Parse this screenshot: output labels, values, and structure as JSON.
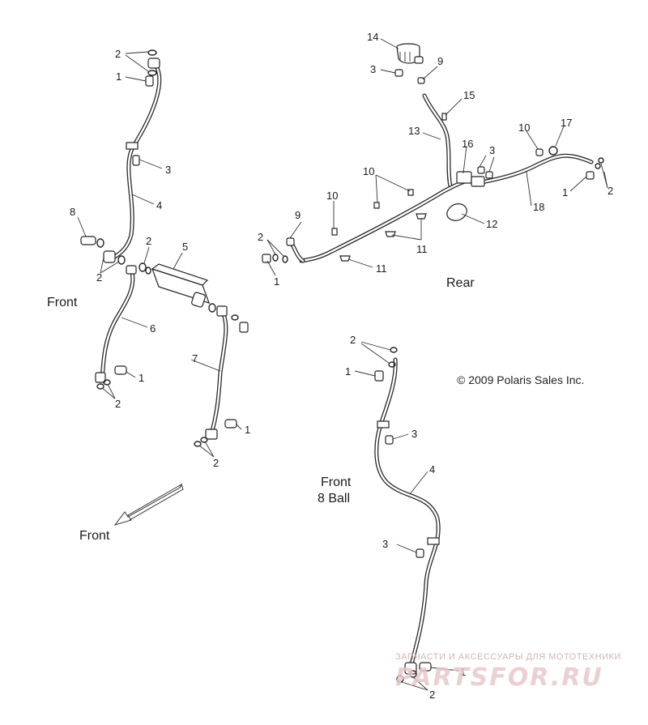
{
  "diagram": {
    "labels": {
      "front": "Front",
      "rear": "Rear",
      "front_8ball_line1": "Front",
      "front_8ball_line2": "8 Ball",
      "front_arrow": "Front"
    },
    "copyright": "© 2009 Polaris Sales Inc.",
    "callouts": [
      "1",
      "2",
      "3",
      "4",
      "5",
      "6",
      "7",
      "8",
      "9",
      "10",
      "11",
      "12",
      "13",
      "14",
      "15",
      "16",
      "17",
      "18"
    ],
    "watermark": {
      "tagline": "ЗАПЧАСТИ И АКСЕССУАРЫ ДЛЯ МОТОТЕХНИКИ",
      "logo": "PARTSFOR.RU"
    }
  }
}
